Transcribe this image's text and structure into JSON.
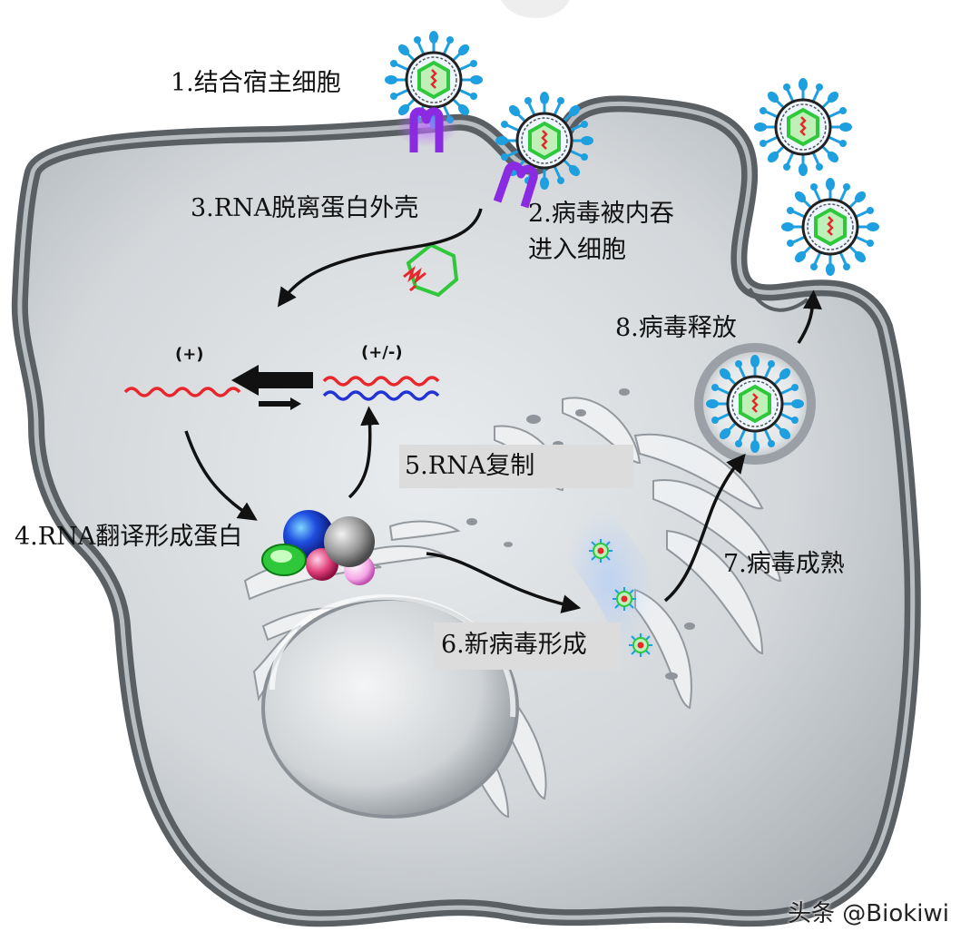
{
  "steps": {
    "s1": "1.结合宿主细胞",
    "s2a": "2.病毒被内吞",
    "s2b": "进入细胞",
    "s3": "3.RNA脱离蛋白外壳",
    "s4": "4.RNA翻译形成蛋白",
    "s5": "5.RNA复制",
    "s6": "6.新病毒形成",
    "s7": "7.病毒成熟",
    "s8": "8.病毒释放"
  },
  "strands": {
    "plus": "(+)",
    "plus_minus": "(+/-)"
  },
  "watermark": "头条 @Biokiwi",
  "colors": {
    "membrane": "#5a5f64",
    "cytoplasm": "#c9ced2",
    "rna_plus": "#e8262b",
    "rna_minus": "#2233d6",
    "capsid": "#2fc83a",
    "receptor": "#8a2be2",
    "spike": "#1e9fe0"
  }
}
